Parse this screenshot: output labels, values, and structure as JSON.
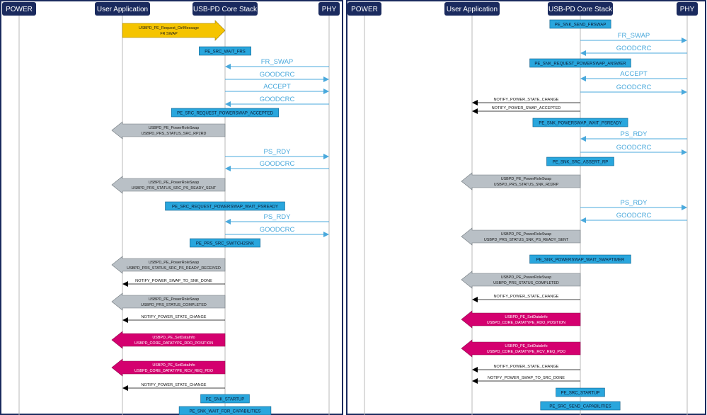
{
  "colors": {
    "frame": "#1a2a5e",
    "header_bg": "#1a2a5e",
    "header_text": "#ffffff",
    "lifeline": "#b8b8b8",
    "phy_arrow": "#4aa9dc",
    "state_box": "#29a6dd",
    "state_border": "#0d5f8a",
    "gray_arrow": "#b9c0c6",
    "gray_border": "#6d757b",
    "magenta_arrow": "#d4006f",
    "magenta_border": "#8a0048",
    "yellow_arrow": "#f5c400",
    "yellow_border": "#9c7d00",
    "notify_arrow": "#000000"
  },
  "panels": [
    {
      "headers": [
        "POWER",
        "User Application",
        "USB-PD Core Stack",
        "PHY"
      ],
      "events": [
        {
          "type": "yellow",
          "lines": [
            "USBPD_PE_Request_CtrlMessage",
            "FR SWAP"
          ]
        },
        {
          "type": "state",
          "text": "PE_SRC_WAIT_FRS"
        },
        {
          "type": "phy_in",
          "text": "FR_SWAP"
        },
        {
          "type": "phy_out",
          "text": "GOODCRC"
        },
        {
          "type": "phy_out",
          "text": "ACCEPT"
        },
        {
          "type": "phy_in",
          "text": "GOODCRC"
        },
        {
          "type": "state",
          "text": "PE_SRC_REQUEST_POWERSWAP_ACCEPTED"
        },
        {
          "type": "gray",
          "lines": [
            "USBPD_PE_PowerRoleSwap",
            "USBPD_PRS_STATUS_SRC_RP2RD"
          ]
        },
        {
          "type": "phy_out",
          "text": "PS_RDY"
        },
        {
          "type": "phy_in",
          "text": "GOODCRC"
        },
        {
          "type": "gray",
          "lines": [
            "USBPD_PE_PowerRoleSwap",
            "USBPD_PRS_STATUS_SRC_PS_READY_SENT"
          ]
        },
        {
          "type": "state",
          "text": "PE_SRC_REQUEST_POWERSWAP_WAIT_PSREADY"
        },
        {
          "type": "phy_in",
          "text": "PS_RDY"
        },
        {
          "type": "phy_out",
          "text": "GOODCRC"
        },
        {
          "type": "state",
          "text": "PE_PRS_SRC_SWITCH2SNK"
        },
        {
          "type": "gray",
          "lines": [
            "USBPD_PE_PowerRoleSwap",
            "USBPD_PRS_STATUS_SRC_PS_READY_RECEIVED"
          ]
        },
        {
          "type": "notify",
          "text": "NOTIFY_POWER_SWAP_TO_SNK_DONE"
        },
        {
          "type": "gray",
          "lines": [
            "USBPD_PE_PowerRoleSwap",
            "USBPD_PRS_STATUS_COMPLETED"
          ]
        },
        {
          "type": "notify",
          "text": "NOTIFY_POWER_STATE_CHANGE"
        },
        {
          "type": "magenta",
          "lines": [
            "USBPD_PE_SetDataInfo",
            "USBPD_CORE_DATATYPE_RDO_POSITION"
          ]
        },
        {
          "type": "magenta",
          "lines": [
            "USBPD_PE_SetDataInfo",
            "USBPD_CORE_DATATYPE_RCV_REQ_PDO"
          ]
        },
        {
          "type": "notify",
          "text": "NOTIFY_POWER_STATE_CHANGE"
        },
        {
          "type": "state",
          "text": "PE_SNK_STARTUP"
        },
        {
          "type": "state",
          "text": "PE_SNK_WAIT_FOR_CAPABILITIES"
        }
      ]
    },
    {
      "headers": [
        "POWER",
        "User Application",
        "USB-PD Core Stack",
        "PHY"
      ],
      "events": [
        {
          "type": "state",
          "text": "PE_SNK_SEND_FRSWAP"
        },
        {
          "type": "phy_out",
          "text": "FR_SWAP"
        },
        {
          "type": "phy_in",
          "text": "GOODCRC"
        },
        {
          "type": "state",
          "text": "PE_SNK_REQUEST_POWERSWAP_ANSWER"
        },
        {
          "type": "phy_in",
          "text": "ACCEPT"
        },
        {
          "type": "phy_out",
          "text": "GOODCRC"
        },
        {
          "type": "notify",
          "text": "NOTIFY_POWER_STATE_CHANGE"
        },
        {
          "type": "notify",
          "text": "NOTIFY_POWER_SWAP_ACCEPTED"
        },
        {
          "type": "state",
          "text": "PE_SNK_POWERSWAP_WAIT_PSREADY"
        },
        {
          "type": "phy_in",
          "text": "PS_RDY"
        },
        {
          "type": "phy_out",
          "text": "GOODCRC"
        },
        {
          "type": "state",
          "text": "PE_SNK_SRC_ASSERT_RP"
        },
        {
          "type": "gray",
          "lines": [
            "USBPD_PE_PowerRoleSwap",
            "USBPD_PRS_STATUS_SNK_RD2RP"
          ]
        },
        {
          "type": "phy_out",
          "text": "PS_RDY"
        },
        {
          "type": "phy_in",
          "text": "GOODCRC"
        },
        {
          "type": "gray",
          "lines": [
            "USBPD_PE_PowerRoleSwap",
            "USBPD_PRS_STATUS_SNK_PS_READY_SENT"
          ]
        },
        {
          "type": "state",
          "text": "PE_SNK_POWERSWAP_WAIT_SWAPTIMER"
        },
        {
          "type": "gray",
          "lines": [
            "USBPD_PE_PowerRoleSwap",
            "USBPD_PRS_STATUS_COMPLETED"
          ]
        },
        {
          "type": "notify",
          "text": "NOTIFY_POWER_STATE_CHANGE"
        },
        {
          "type": "magenta",
          "lines": [
            "USBPD_PE_SetDataInfo",
            "USBPD_CORE_DATATYPE_RDO_POSITION"
          ]
        },
        {
          "type": "magenta",
          "lines": [
            "USBPD_PE_SetDataInfo",
            "USBPD_CORE_DATATYPE_RCV_REQ_PDO"
          ]
        },
        {
          "type": "notify",
          "text": "NOTIFY_POWER_STATE_CHANGE"
        },
        {
          "type": "notify",
          "text": "NOTIFY_POWER_SWAP_TO_SRC_DONE"
        },
        {
          "type": "state",
          "text": "PE_SRC_STARTUP"
        },
        {
          "type": "state",
          "text": "PE_SRC_SEND_CAPABILITIES"
        }
      ]
    }
  ]
}
